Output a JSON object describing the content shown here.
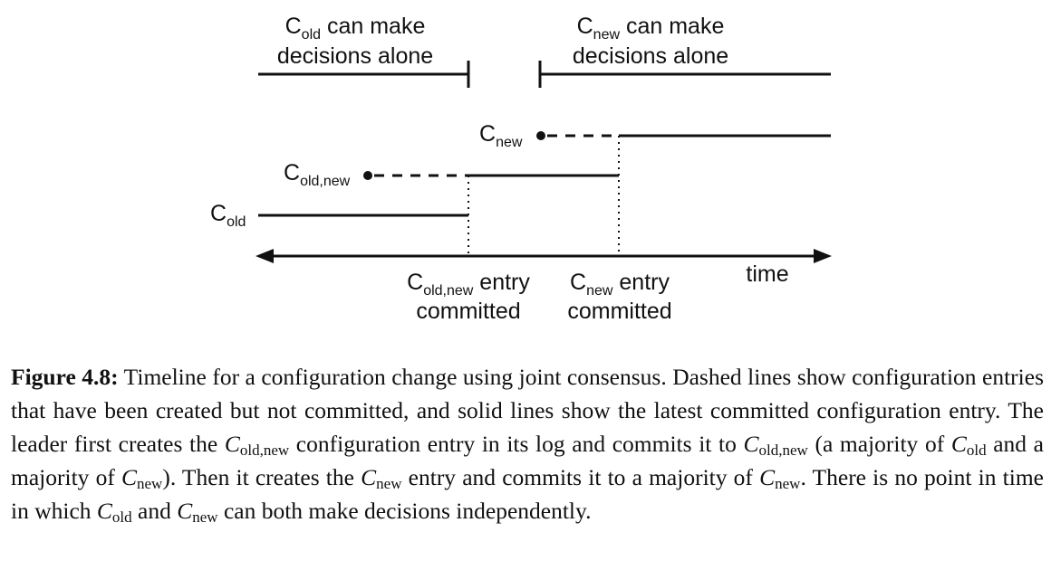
{
  "figure": {
    "c_old_alone": {
      "sym": "C",
      "sub": "old",
      "rest": " can make",
      "line2": "decisions alone"
    },
    "c_new_alone": {
      "sym": "C",
      "sub": "new",
      "rest": " can make",
      "line2": "decisions alone"
    },
    "c_new_label": {
      "sym": "C",
      "sub": "new"
    },
    "c_oldnew_label": {
      "sym": "C",
      "sub": "old,new"
    },
    "c_old_label": {
      "sym": "C",
      "sub": "old"
    },
    "time_label": "time",
    "oldnew_committed": {
      "sym": "C",
      "sub": "old,new",
      "rest": " entry",
      "line2": "committed"
    },
    "new_committed": {
      "sym": "C",
      "sub": "new",
      "rest": " entry",
      "line2": "committed"
    }
  },
  "caption": {
    "label": "Figure 4.8:",
    "t1": " Timeline for a configuration change using joint consensus. Dashed lines show configuration entries that have been created but not committed, and solid lines show the latest committed configuration entry. The leader first creates the ",
    "s1": "old,new",
    "t2": " configuration entry in its log and commits it to ",
    "s2": "old,new",
    "t3": " (a majority of ",
    "s3": "old",
    "t4": " and a majority of ",
    "s4": "new",
    "t5": "). Then it creates the ",
    "s5": "new",
    "t6": " entry and commits it to a majority of ",
    "s6": "new",
    "t7": ". There is no point in time in which ",
    "s7": "old",
    "t8": " and ",
    "s8": "new",
    "t9": " can both make decisions independently.",
    "c": "C"
  }
}
